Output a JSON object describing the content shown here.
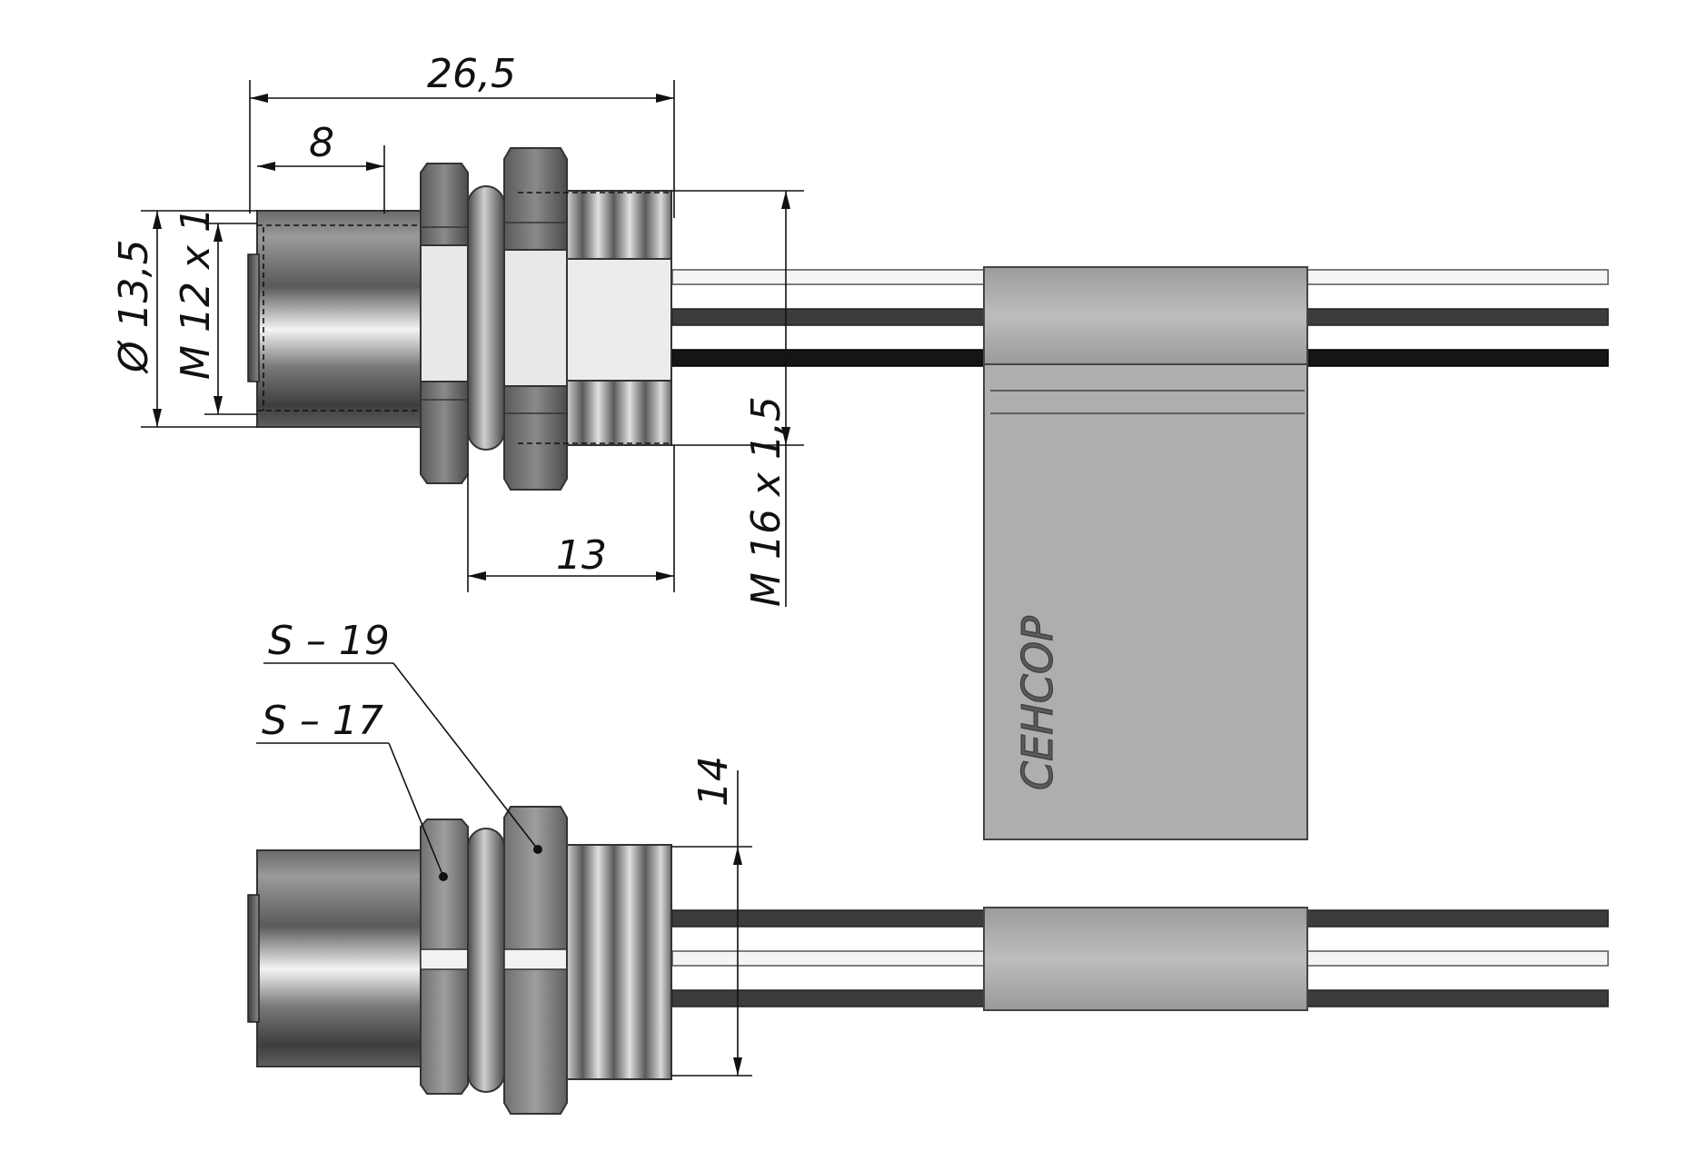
{
  "dimensions": {
    "overall_length": "26,5",
    "front_length": "8",
    "diameter_outer": "Ø 13,5",
    "thread_front": "M 12 x 1",
    "thread_rear": "M 16 x 1,5",
    "rear_length": "13",
    "thread_width_bottom": "14"
  },
  "wrench_sizes": {
    "large_nut": "S – 19",
    "small_nut": "S – 17"
  },
  "label_text": "СЕНСОР",
  "colors": {
    "cable_white": "#f2f2f2",
    "cable_dark": "#3a3a3a",
    "cable_black": "#111111",
    "sleeve_grey": "#b0b0b0",
    "metal_light": "#e6e6e6",
    "metal_dark": "#555555"
  }
}
